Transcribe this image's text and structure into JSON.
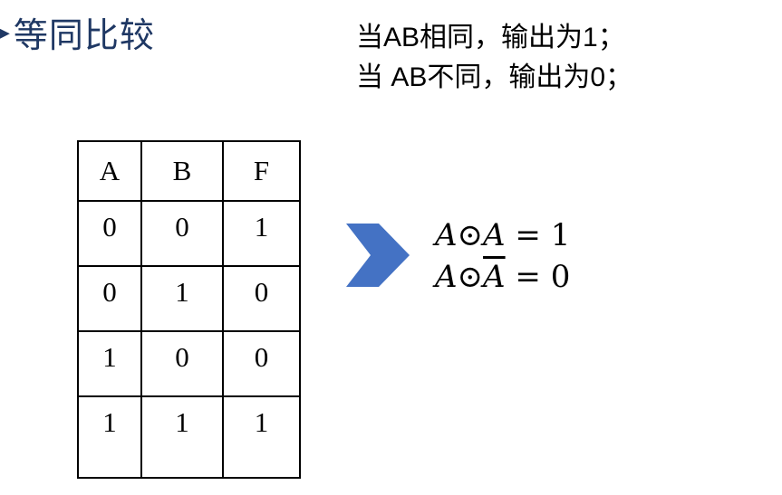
{
  "slide": {
    "title": "等同比较",
    "description": {
      "line1": "当AB相同，输出为1；",
      "line2": "当 AB不同，输出为0；"
    }
  },
  "truth_table": {
    "headers": [
      "A",
      "B",
      "F"
    ],
    "rows": [
      [
        "0",
        "0",
        "1"
      ],
      [
        "0",
        "1",
        "0"
      ],
      [
        "1",
        "0",
        "0"
      ],
      [
        "1",
        "1",
        "1"
      ]
    ]
  },
  "formulas": {
    "line1_letters": "A⊙A",
    "line1_rest": " = 1",
    "line2_prefix": "A⊙",
    "line2_bar": "A",
    "line2_rest": " = 0"
  },
  "icons": {
    "bullet": "▶",
    "right_arrow": "right-arrow"
  },
  "colors": {
    "title_text": "#1F3864",
    "arrow_fill": "#4472C4",
    "body_text": "#000000",
    "background": "#FFFFFF"
  }
}
